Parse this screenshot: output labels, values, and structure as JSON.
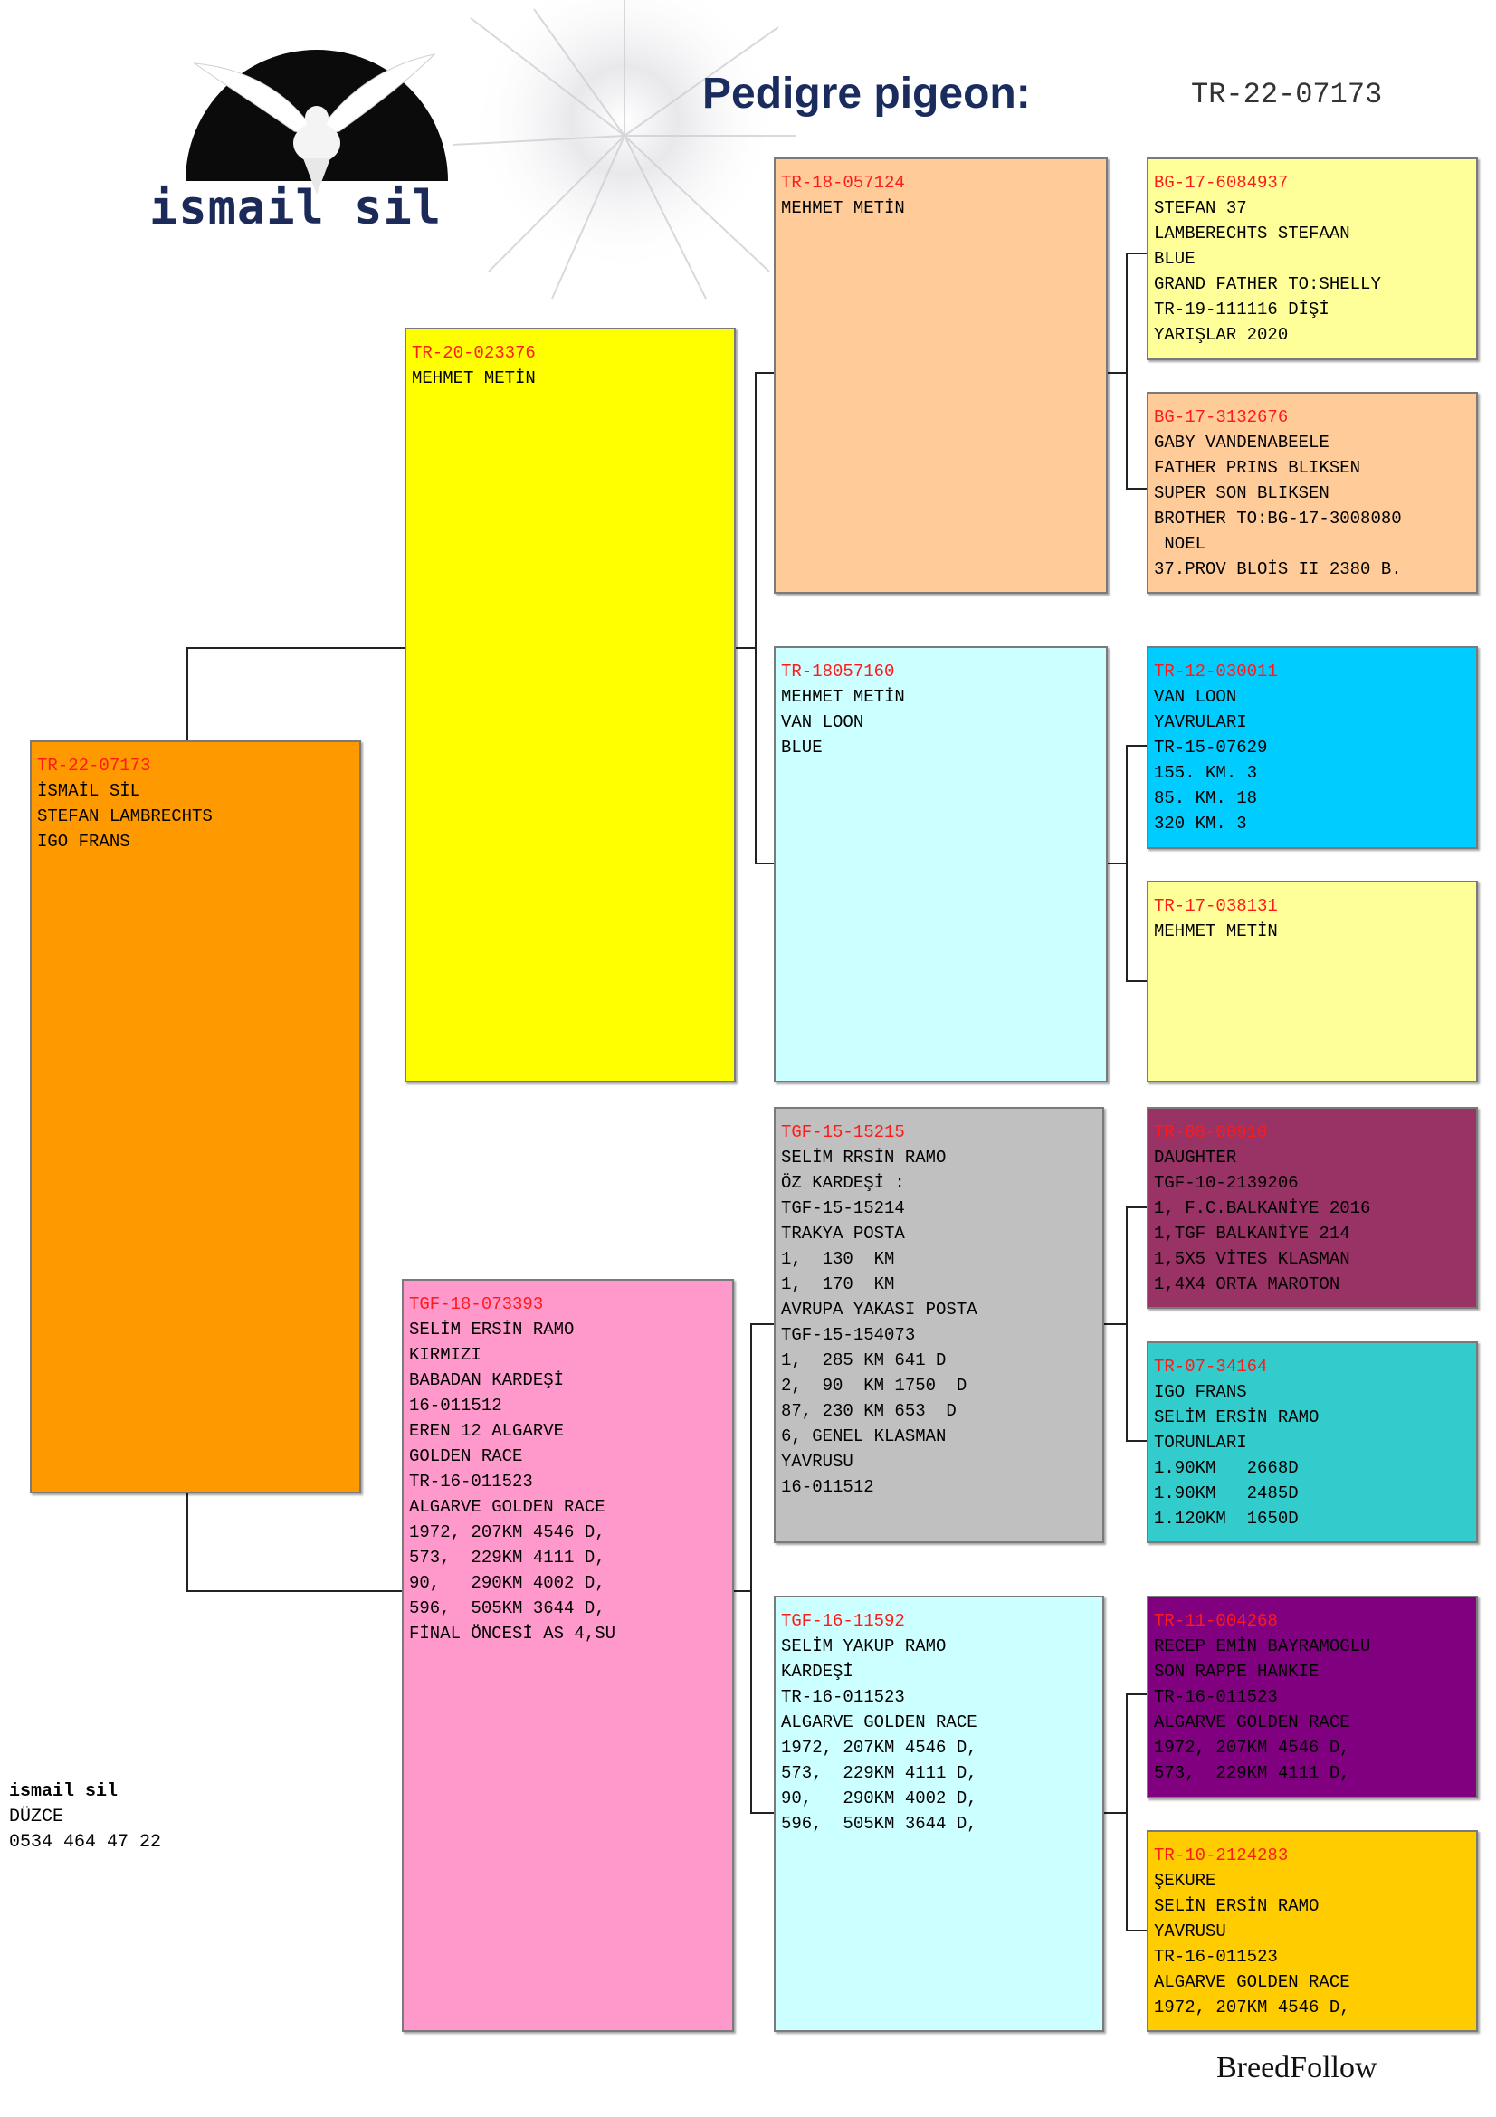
{
  "logo": {
    "text": "ismail sil"
  },
  "header": {
    "title": "Pedigre pigeon:",
    "ring": "TR-22-07173"
  },
  "owner": {
    "name": "ismail sil",
    "city": "DÜZCE",
    "phone": "0534 464 47 22"
  },
  "footer": {
    "brand": "BreedFollow"
  },
  "colors": {
    "ring_text": "#ff1a1a",
    "subject": "#ff9900",
    "sire": "#ffff00",
    "dam": "#ff99cc",
    "gs1": "#ffcc99",
    "gd1": "#ccffff",
    "gs2": "#c0c0c0",
    "gd2": "#ccffff",
    "ggs1": "#ffff99",
    "ggd1": "#ffcc99",
    "ggs2": "#00ccff",
    "ggd2": "#ffff99",
    "ggs3": "#993366",
    "ggd3": "#33cccc",
    "ggs4": "#800080",
    "ggd4": "#ffcc00"
  },
  "pedigree": {
    "subject": {
      "ring": "TR-22-07173",
      "lines": [
        "İSMAİL SİL",
        "STEFAN LAMBRECHTS",
        "IGO FRANS"
      ]
    },
    "sire": {
      "ring": "TR-20-023376",
      "lines": [
        "MEHMET METİN"
      ]
    },
    "dam": {
      "ring": "TGF-18-073393",
      "lines": [
        "SELİM ERSİN RAMO",
        "KIRMIZI",
        "BABADAN KARDEŞİ",
        "16-011512",
        "EREN 12 ALGARVE",
        "GOLDEN RACE",
        "TR-16-011523",
        "ALGARVE GOLDEN RACE",
        "1972, 207KM 4546 D,",
        "573,  229KM 4111 D,",
        "90,   290KM 4002 D,",
        "596,  505KM 3644 D,",
        "FİNAL ÖNCESİ AS 4,SU"
      ]
    },
    "gs1": {
      "ring": "TR-18-057124",
      "lines": [
        "MEHMET METİN"
      ]
    },
    "gd1": {
      "ring": "TR-18057160",
      "lines": [
        "MEHMET METİN",
        "VAN LOON",
        "BLUE"
      ]
    },
    "gs2": {
      "ring": "TGF-15-15215",
      "lines": [
        "SELİM RRSİN RAMO",
        "ÖZ KARDEŞİ :",
        "TGF-15-15214",
        "TRAKYA POSTA",
        "1,  130  KM",
        "1,  170  KM",
        "AVRUPA YAKASI POSTA",
        "TGF-15-154073",
        "1,  285 KM 641 D",
        "2,  90  KM 1750  D",
        "87, 230 KM 653  D",
        "6, GENEL KLASMAN",
        "YAVRUSU",
        "16-011512"
      ]
    },
    "gd2": {
      "ring": "TGF-16-11592",
      "lines": [
        "SELİM YAKUP RAMO",
        "KARDEŞİ",
        "TR-16-011523",
        "ALGARVE GOLDEN RACE",
        "1972, 207KM 4546 D,",
        "573,  229KM 4111 D,",
        "90,   290KM 4002 D,",
        "596,  505KM 3644 D,"
      ]
    },
    "ggs1": {
      "ring": "BG-17-6084937",
      "lines": [
        "STEFAN 37",
        "LAMBERECHTS STEFAAN",
        "BLUE",
        "GRAND FATHER TO:SHELLY",
        "TR-19-111116 DİŞİ",
        "YARIŞLAR 2020"
      ]
    },
    "ggd1": {
      "ring": "BG-17-3132676",
      "lines": [
        "GABY VANDENABEELE",
        "FATHER PRINS BLIKSEN",
        "SUPER SON BLIKSEN",
        "BROTHER TO:BG-17-3008080",
        " NOEL",
        "37.PROV BLOİS II 2380 B."
      ]
    },
    "ggs2": {
      "ring": "TR-12-030011",
      "lines": [
        "VAN LOON",
        "YAVRULARI",
        "TR-15-07629",
        "155. KM. 3",
        "85. KM. 18",
        "320 KM. 3"
      ]
    },
    "ggd2": {
      "ring": "TR-17-038131",
      "lines": [
        "MEHMET METİN"
      ]
    },
    "ggs3": {
      "ring": "TR-08-00910",
      "lines": [
        "DAUGHTER",
        "TGF-10-2139206",
        "1, F.C.BALKANİYE 2016",
        "1,TGF BALKANİYE 214",
        "1,5X5 VİTES KLASMAN",
        "1,4X4 ORTA MAROTON"
      ]
    },
    "ggd3": {
      "ring": "TR-07-34164",
      "lines": [
        "IGO FRANS",
        "SELİM ERSİN RAMO",
        "TORUNLARI",
        "1.90KM   2668D",
        "1.90KM   2485D",
        "1.120KM  1650D"
      ]
    },
    "ggs4": {
      "ring": "TR-11-004268",
      "lines": [
        "RECEP EMİN BAYRAMOGLU",
        "SON RAPPE HANKIE",
        "TR-16-011523",
        "ALGARVE GOLDEN RACE",
        "1972, 207KM 4546 D,",
        "573,  229KM 4111 D,"
      ]
    },
    "ggd4": {
      "ring": "TR-10-2124283",
      "lines": [
        "ŞEKURE",
        "SELİN ERSİN RAMO",
        "YAVRUSU",
        "TR-16-011523",
        "ALGARVE GOLDEN RACE",
        "1972, 207KM 4546 D,"
      ]
    }
  }
}
